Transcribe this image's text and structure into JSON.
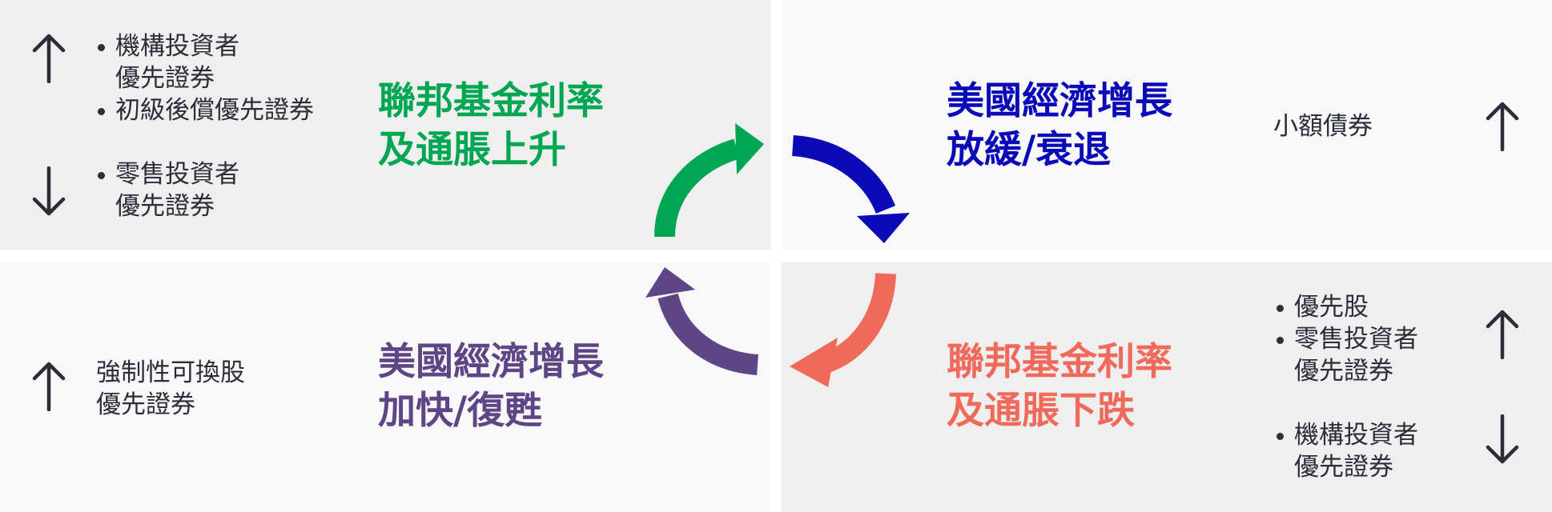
{
  "phases": {
    "tl": {
      "title_line1": "聯邦基金利率",
      "title_line2": "及通脹上升",
      "color": "#00a651"
    },
    "tr": {
      "title_line1": "美國經濟增長",
      "title_line2": "放緩/衰退",
      "color": "#0a0ab8"
    },
    "br": {
      "title_line1": "聯邦基金利率",
      "title_line2": "及通脹下跌",
      "color": "#ef6a5a"
    },
    "bl": {
      "title_line1": "美國經濟增長",
      "title_line2": "加快/復甦",
      "color": "#5e4585"
    }
  },
  "tl_up": [
    {
      "line1": "機構投資者",
      "line2": "優先證券"
    },
    {
      "line1": "初級後償優先證券",
      "line2": ""
    }
  ],
  "tl_down": [
    {
      "line1": "零售投資者",
      "line2": "優先證券"
    }
  ],
  "tr_up": {
    "line1": "小額債券"
  },
  "br_up": [
    {
      "line1": "優先股",
      "line2": ""
    },
    {
      "line1": "零售投資者",
      "line2": "優先證券"
    }
  ],
  "br_down": [
    {
      "line1": "機構投資者",
      "line2": "優先證券"
    }
  ],
  "bl_up": {
    "line1": "強制性可換股",
    "line2": "優先證券"
  },
  "icons": {
    "up": "arrow-up-icon",
    "down": "arrow-down-icon"
  },
  "colors": {
    "text": "#2b2d3a",
    "panel_dark": "#efefef",
    "panel_light": "#f8f8f8"
  }
}
